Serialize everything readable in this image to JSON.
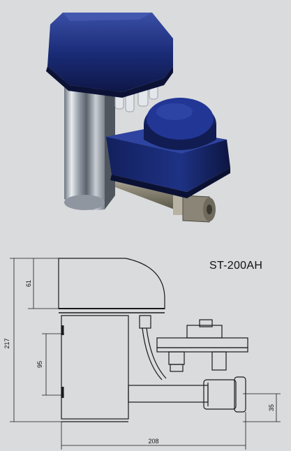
{
  "photo": {
    "subject": "drain-valve-photo",
    "colors": {
      "housing_blue": "#1b2c78",
      "housing_dark": "#0e1747",
      "body_silver": "#c7ccd2",
      "brass_fitting": "#a09a88"
    }
  },
  "drawing": {
    "model": "ST-200AH",
    "dimensions": {
      "total_height": "217",
      "top_cover_height": "61",
      "inner_height": "95",
      "outlet_height": "35",
      "total_width": "208"
    },
    "colors": {
      "line": "#1a1a1a",
      "background": "#d9dbdd"
    }
  }
}
